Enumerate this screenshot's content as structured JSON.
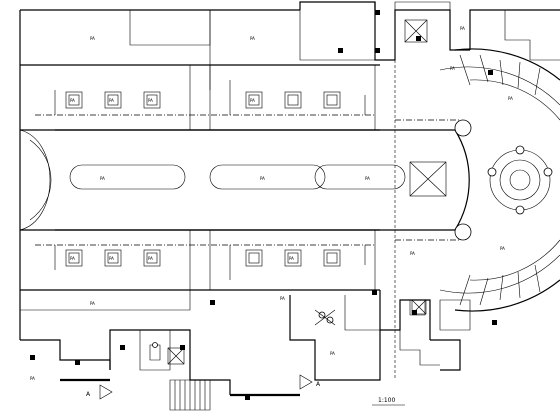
{
  "drawing": {
    "scale_label": "1:100",
    "section_marker_left": "A",
    "section_marker_right": "A",
    "room_code": "PA",
    "room_labels": [
      "PA",
      "PA",
      "PA",
      "PA",
      "PA",
      "PA",
      "PA",
      "PA",
      "PA",
      "PA",
      "PA",
      "PA",
      "PA",
      "PA"
    ],
    "unit_labels": [
      "PA",
      "PA",
      "PA",
      "PA",
      "PA",
      "PA",
      "PA",
      "PA"
    ]
  }
}
